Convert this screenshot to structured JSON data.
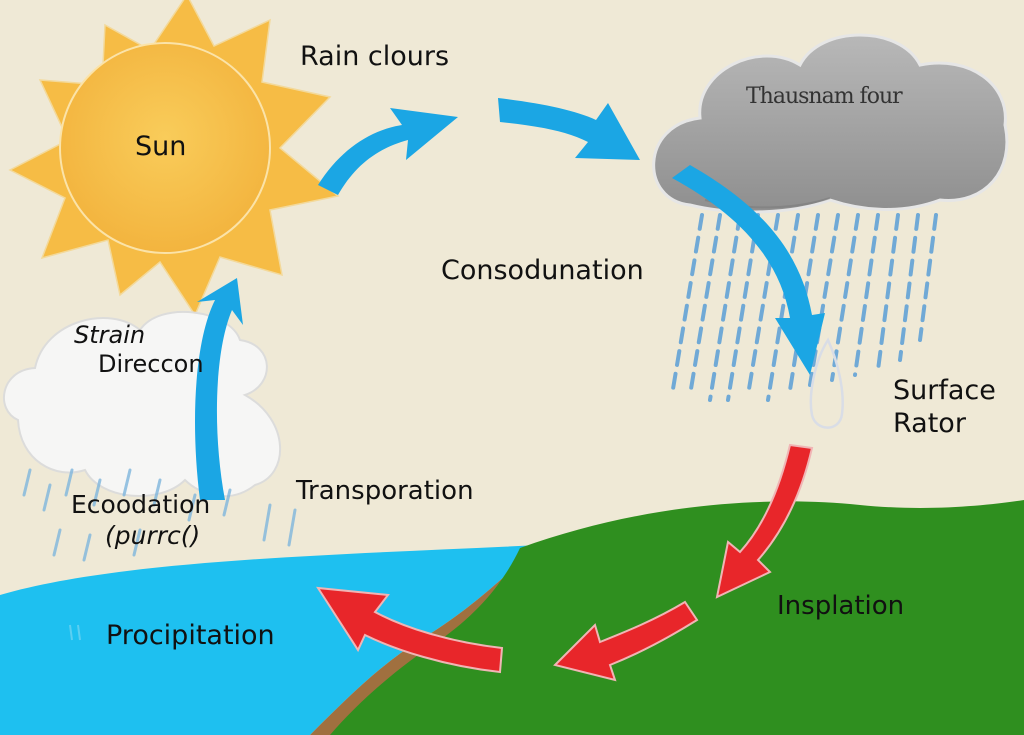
{
  "diagram": {
    "labels": {
      "sun": "Sun",
      "rain_clouds": "Rain clours",
      "cloud_text": "Thausnam four",
      "condensation": "Consodunation",
      "surface_runoff_line1": "Surface",
      "surface_runoff_line2": "Rator",
      "strain_line1": "Strain",
      "strain_line2": "Direccon",
      "transpiration": "Transporation",
      "evaporation_line1": "Ecoodation",
      "evaporation_line2": "(purrc()",
      "insolation": "Insplation",
      "precipitation": "Procipitation"
    },
    "colors": {
      "background": "#efe9d6",
      "sun": "#f6bc45",
      "blue_arrow": "#1ba6e4",
      "red_arrow": "#e8262a",
      "land": "#2f8f1f",
      "water": "#1ec0f0",
      "cloud": "#a6a6a6",
      "rain": "#5a9fd6"
    }
  }
}
